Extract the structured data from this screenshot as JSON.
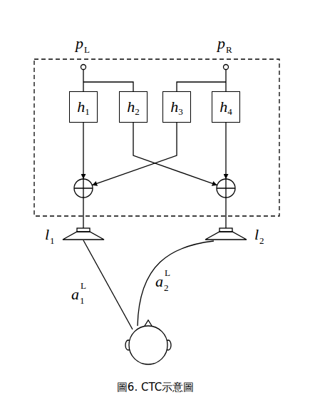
{
  "diagram": {
    "caption": "圖6. CTC示意圖",
    "nodes": [
      {
        "text": [
          "h",
          "1"
        ]
      },
      {
        "text": [
          "h",
          "2"
        ]
      },
      {
        "text": [
          "h",
          "3"
        ]
      },
      {
        "text": [
          "h",
          "4"
        ]
      }
    ],
    "labels": [
      "p",
      "L",
      "p",
      "R",
      "l",
      "1",
      "l",
      "2",
      "a",
      "1",
      "L",
      "a",
      "2",
      "L"
    ]
  }
}
